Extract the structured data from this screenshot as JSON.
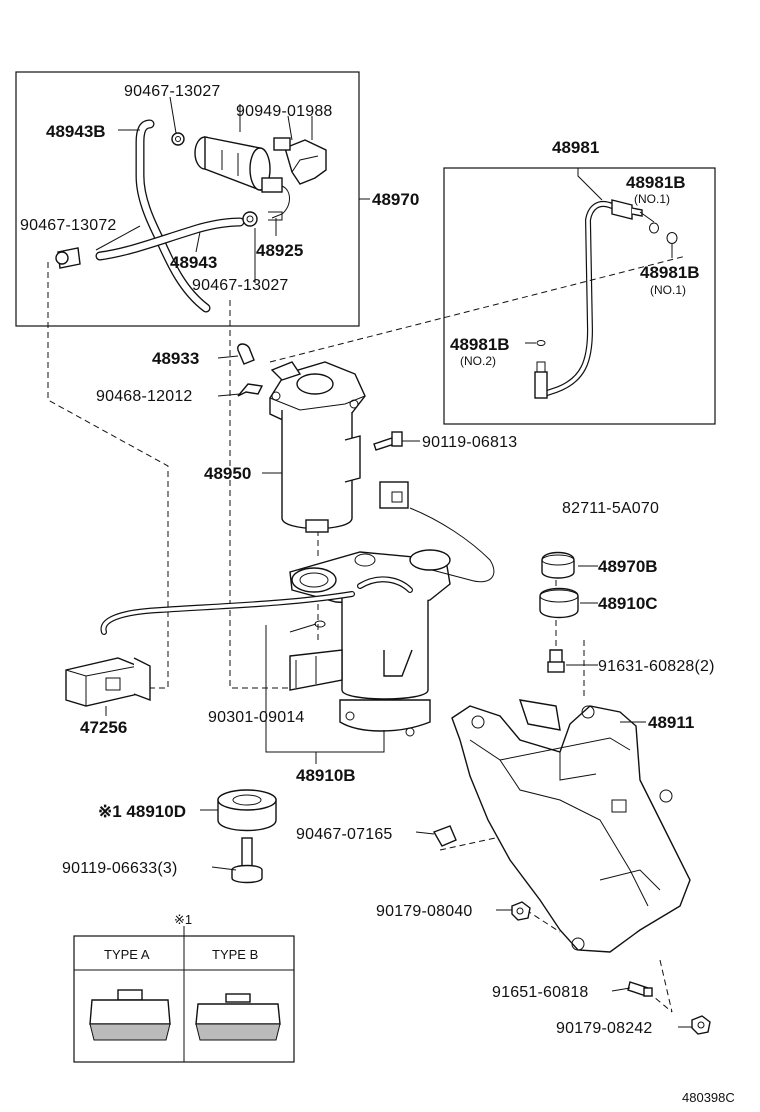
{
  "labels": {
    "p90467_13027_a": "90467-13027",
    "p90949_01988": "90949-01988",
    "p48943B": "48943B",
    "p48970": "48970",
    "p90467_13072": "90467-13072",
    "p48925": "48925",
    "p48943": "48943",
    "p90467_13027_b": "90467-13027",
    "p48981": "48981",
    "p48981B_1": "48981B",
    "p48981B_1_note": "(NO.1)",
    "p48981B_2": "48981B",
    "p48981B_2_note": "(NO.1)",
    "p48981B_3": "48981B",
    "p48981B_3_note": "(NO.2)",
    "p48933": "48933",
    "p90468_12012": "90468-12012",
    "p90119_06813": "90119-06813",
    "p48950": "48950",
    "p82711_5A070": "82711-5A070",
    "p48970B": "48970B",
    "p48910C": "48910C",
    "p91631_60828": "91631-60828(2)",
    "p48911": "48911",
    "p47256": "47256",
    "p90301_09014": "90301-09014",
    "p48910B": "48910B",
    "p48910D": "※1 48910D",
    "p90467_07165": "90467-07165",
    "p90119_06633": "90119-06633(3)",
    "p90179_08040": "90179-08040",
    "p91651_60818": "91651-60818",
    "p90179_08242": "90179-08242",
    "table_note": "※1",
    "type_a": "TYPE A",
    "type_b": "TYPE B",
    "diagram_id": "480398C"
  }
}
